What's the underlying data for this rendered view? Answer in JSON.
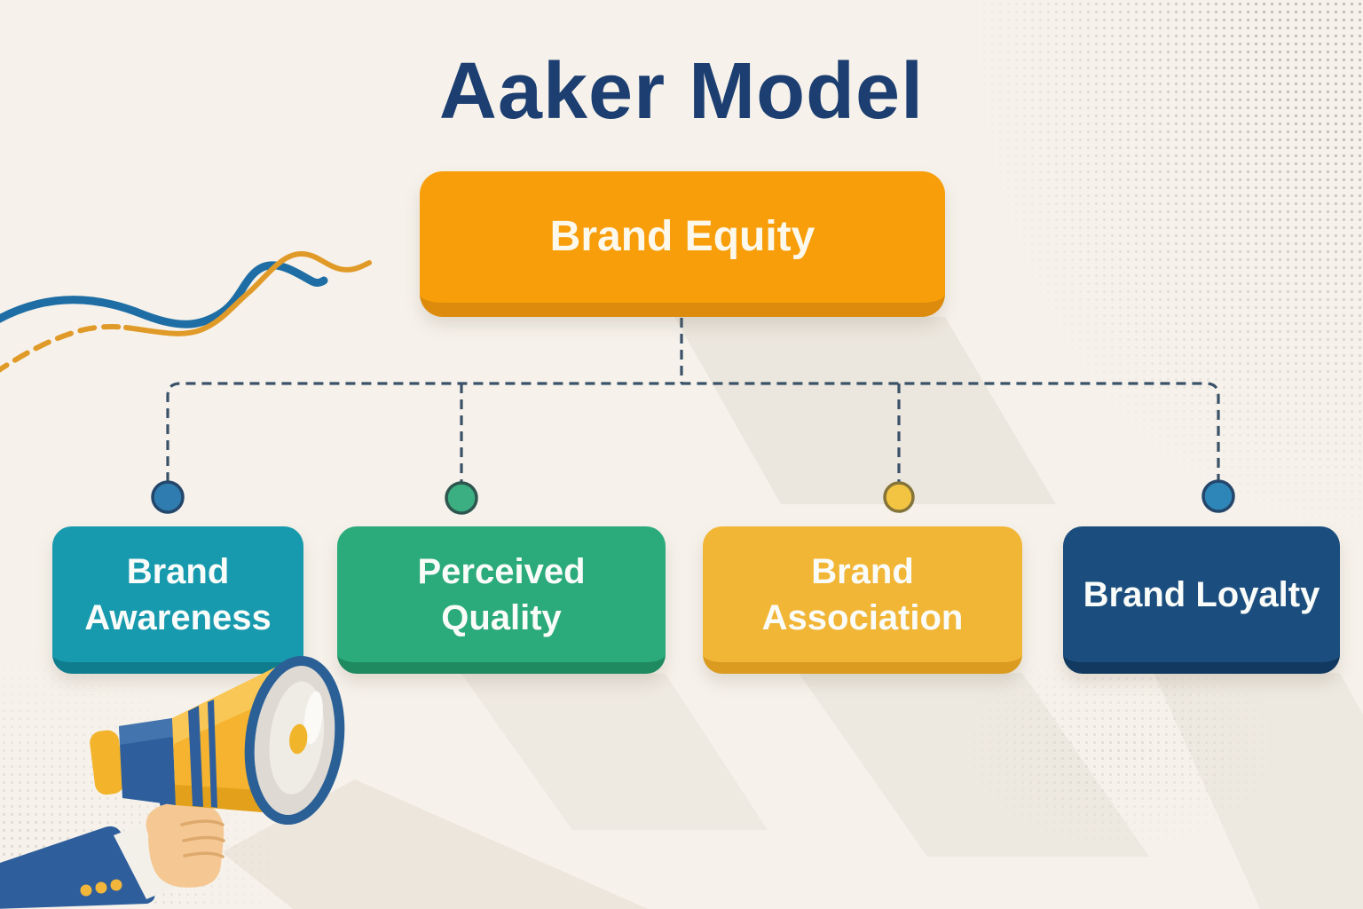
{
  "page": {
    "title": "Aaker Model",
    "title_color": "#1C3E70",
    "background_color": "#F6F2EB"
  },
  "diagram": {
    "root": {
      "label": "Brand Equity",
      "fill": "#F79E0A",
      "edge": "#DD8B0C",
      "text_color": "#FDF8EC"
    },
    "children": [
      {
        "label": "Brand Awareness",
        "fill": "#189AAE",
        "edge": "#0F7D8E",
        "node_dot_fill": "#2E7CB0",
        "node_dot_stroke": "#24466B"
      },
      {
        "label": "Perceived Quality",
        "fill": "#2BAA7C",
        "edge": "#1F8A60",
        "node_dot_fill": "#3BAF82",
        "node_dot_stroke": "#2E564E"
      },
      {
        "label": "Brand Association",
        "fill": "#F2B637",
        "edge": "#DA9B20",
        "node_dot_fill": "#F3C441",
        "node_dot_stroke": "#85743A"
      },
      {
        "label": "Brand Loyalty",
        "fill": "#1B4E7E",
        "edge": "#12395F",
        "node_dot_fill": "#2E86B8",
        "node_dot_stroke": "#24466B"
      }
    ],
    "connector_color": "#3A5168"
  },
  "decor": {
    "megaphone_icon": "megaphone-in-hand-illustration",
    "wave_icons": [
      "blue-wave-line",
      "orange-dashed-wave-line"
    ],
    "halftone_icon": "halftone-dot-pattern",
    "wave_blue_color": "#1E6EA5",
    "wave_orange_color": "#E09A28",
    "sleeve_color": "#2E5E9C",
    "megaphone_yellow": "#F5B32F"
  }
}
